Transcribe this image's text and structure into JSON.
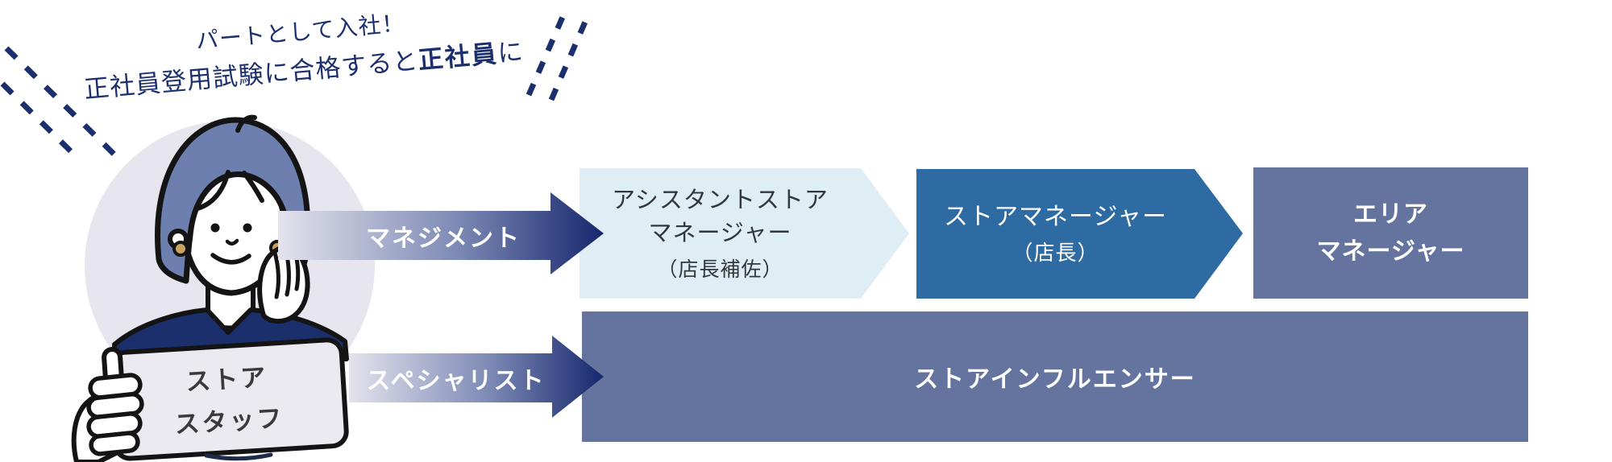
{
  "annotation": {
    "line1": "パートとして入社！",
    "line2_pre": "正社員登用試験に合格すると",
    "line2_bold": "正社員",
    "line2_post": "に"
  },
  "avatar": {
    "sign_line1": "ストア",
    "sign_line2": "スタッフ"
  },
  "tracks": {
    "management": {
      "label": "マネジメント",
      "steps": [
        {
          "title_line1": "アシスタントストア",
          "title_line2": "マネージャー",
          "subtitle": "（店長補佐）"
        },
        {
          "title_line1": "ストアマネージャー",
          "subtitle": "（店長）"
        },
        {
          "title_line1": "エリア",
          "title_line2": "マネージャー"
        }
      ]
    },
    "specialist": {
      "label": "スペシャリスト",
      "steps": [
        {
          "title_line1": "ストアインフルエンサー"
        }
      ]
    }
  },
  "colors": {
    "note_text": "#1c2f6d",
    "navy_dark": "#16276d",
    "gradient_light": "#e4e3ed",
    "gradient_mid": "#7d8ab5",
    "box1_bg": "#dfeef5",
    "box2_bg": "#2f6ba3",
    "slate_bg": "#64749e",
    "circle_bg": "#e7e5ee",
    "hair": "#6d7fae",
    "earring": "#c9a35f",
    "sign_bg": "#eceaf1",
    "outline": "#141414",
    "white": "#ffffff"
  }
}
